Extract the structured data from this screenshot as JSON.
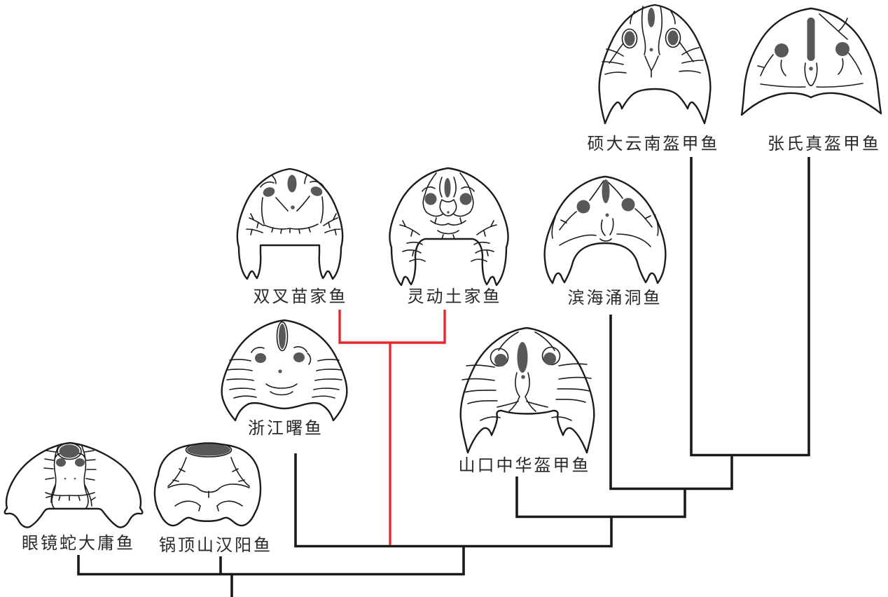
{
  "diagram": {
    "type": "cladogram",
    "background_color": "#ffffff",
    "branch_color": "#1a1a1a",
    "highlight_branch_color": "#e8262d",
    "outline_color": "#1c1c1c",
    "fossil_fill_color": "#58585a",
    "taxa": [
      {
        "label": "眼镜蛇大庸鱼",
        "highlighted": false
      },
      {
        "label": "锅顶山汉阳鱼",
        "highlighted": false
      },
      {
        "label": "浙江曙鱼",
        "highlighted": false
      },
      {
        "label": "双叉苗家鱼",
        "highlighted": true
      },
      {
        "label": "灵动土家鱼",
        "highlighted": true
      },
      {
        "label": "山口中华盔甲鱼",
        "highlighted": false
      },
      {
        "label": "滨海涌洞鱼",
        "highlighted": false
      },
      {
        "label": "硕大云南盔甲鱼",
        "highlighted": false
      },
      {
        "label": "张氏真盔甲鱼",
        "highlighted": false
      }
    ],
    "topology": "(眼镜蛇大庸鱼,锅顶山汉阳鱼,(浙江曙鱼,(双叉苗家鱼,灵动土家鱼),(山口中华盔甲鱼,(滨海涌洞鱼,(硕大云南盔甲鱼,张氏真盔甲鱼)))))"
  }
}
